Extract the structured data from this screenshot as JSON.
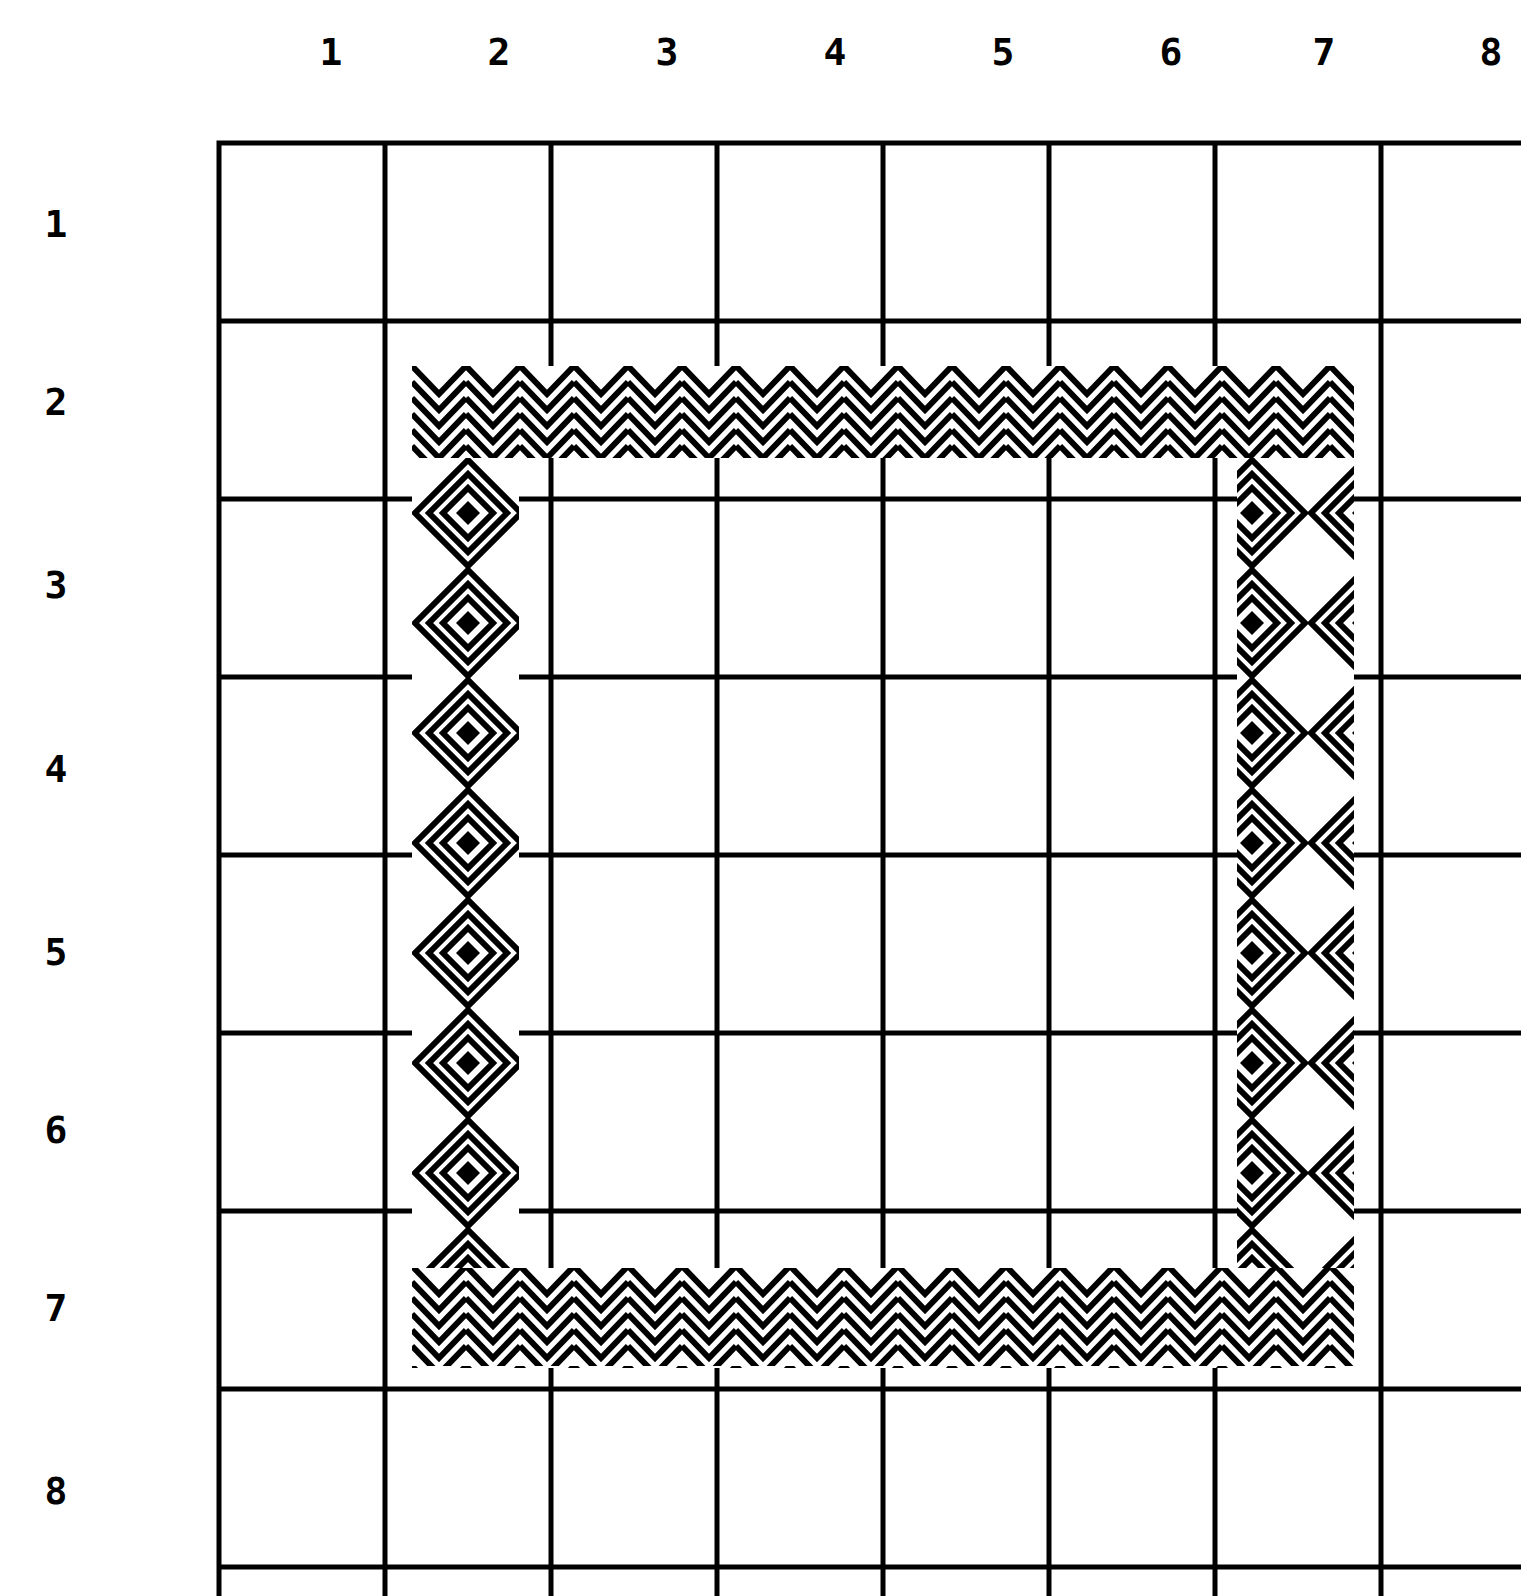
{
  "diagram": {
    "labels": [
      "1",
      "2",
      "3",
      "4",
      "5",
      "6",
      "7",
      "8",
      "1",
      "2",
      "3",
      "4",
      "5",
      "6",
      "7",
      "8"
    ]
  }
}
